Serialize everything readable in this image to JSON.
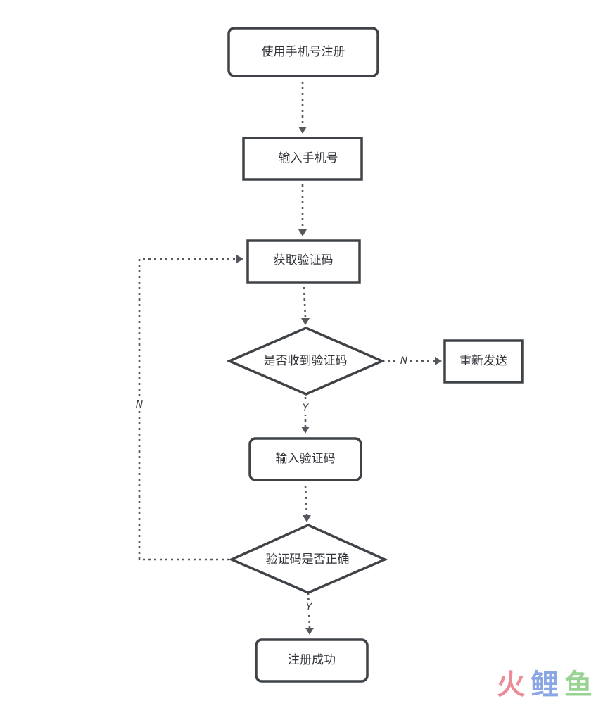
{
  "diagram": {
    "nodes": {
      "register_by_phone": "使用手机号注册",
      "enter_phone": "输入手机号",
      "get_code": "获取验证码",
      "received_code": "是否收到验证码",
      "resend": "重新发送",
      "enter_code": "输入验证码",
      "code_correct": "验证码是否正确",
      "register_success": "注册成功"
    },
    "edge_labels": {
      "received_no": "N",
      "received_yes": "Y",
      "correct_no": "N",
      "correct_yes": "Y"
    }
  },
  "watermark": {
    "text": "火鲤鱼",
    "colors": [
      "#e9818d",
      "#7f9ee0",
      "#8fcf89"
    ]
  }
}
